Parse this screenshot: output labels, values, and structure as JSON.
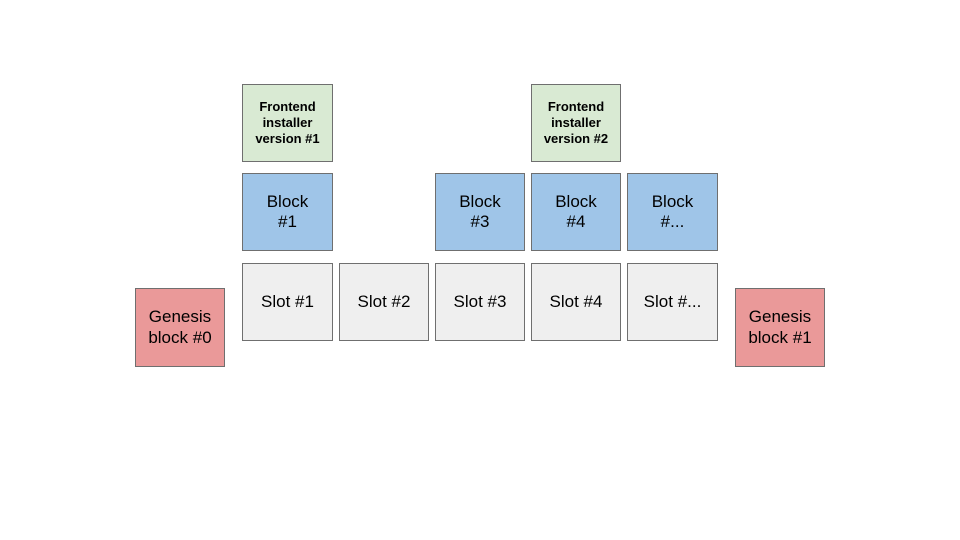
{
  "diagram": {
    "installers": [
      {
        "id": "installer-1",
        "label": "Frontend\ninstaller\nversion #1"
      },
      {
        "id": "installer-2",
        "label": "Frontend\ninstaller\nversion #2"
      }
    ],
    "blocks": [
      {
        "id": "block-1",
        "label": "Block\n#1"
      },
      {
        "id": "block-3",
        "label": "Block\n#3"
      },
      {
        "id": "block-4",
        "label": "Block\n#4"
      },
      {
        "id": "block-more",
        "label": "Block\n#..."
      }
    ],
    "slots": [
      {
        "id": "slot-1",
        "label": "Slot #1"
      },
      {
        "id": "slot-2",
        "label": "Slot #2"
      },
      {
        "id": "slot-3",
        "label": "Slot #3"
      },
      {
        "id": "slot-4",
        "label": "Slot #4"
      },
      {
        "id": "slot-more",
        "label": "Slot #..."
      }
    ],
    "genesis": [
      {
        "id": "genesis-0",
        "label": "Genesis\nblock #0"
      },
      {
        "id": "genesis-1",
        "label": "Genesis\nblock #1"
      }
    ],
    "colors": {
      "slot_fill": "#efefef",
      "block_fill": "#9fc5e8",
      "installer_fill": "#d9ead3",
      "genesis_fill": "#ea9999",
      "border": "#6f6f6f"
    }
  }
}
